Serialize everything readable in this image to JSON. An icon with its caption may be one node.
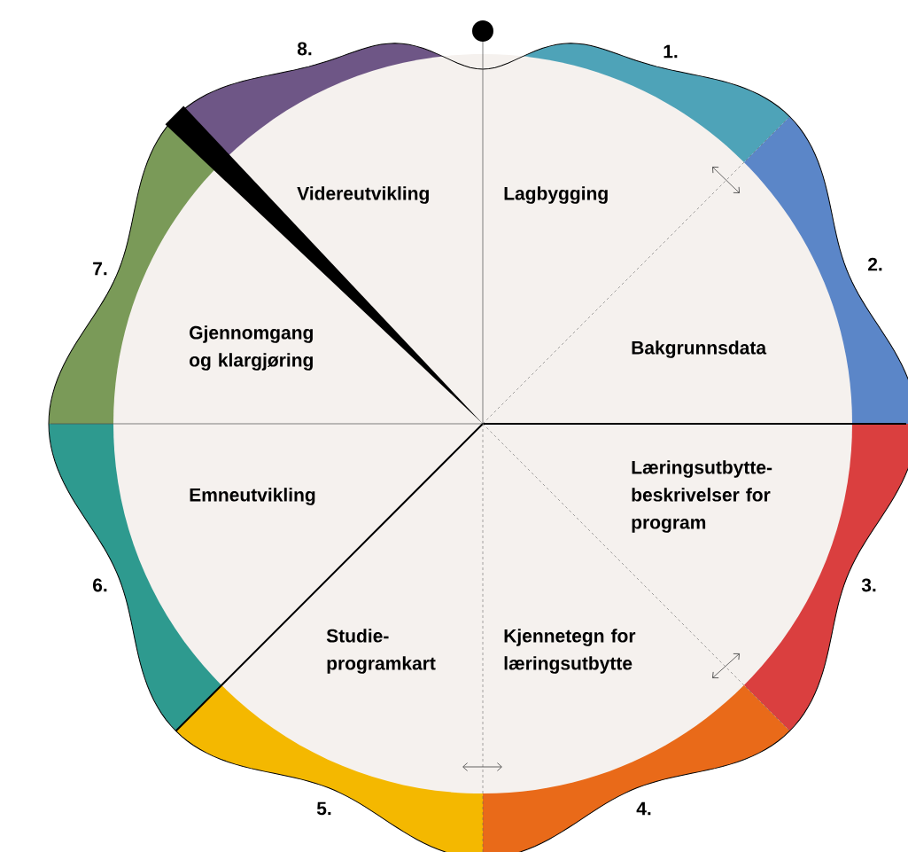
{
  "diagram": {
    "nodes": [
      {
        "text": [
          "Lagbygging"
        ],
        "beside": [
          "1."
        ]
      },
      {
        "text": [
          "Bakgrunnsdata"
        ],
        "beside": [
          "2."
        ]
      },
      {
        "text": [
          "Læringsutbytte-beskrivelser for program"
        ],
        "beside": [
          "3."
        ]
      },
      {
        "text": [
          "Kjennetegn for læringsutbytte"
        ],
        "beside": [
          "4."
        ]
      },
      {
        "text": [
          "Studie-programkart"
        ],
        "beside": [
          "5."
        ]
      },
      {
        "text": [
          "Emneutvikling"
        ],
        "beside": [
          "6."
        ]
      },
      {
        "text": [
          "Gjennomgang og klargjøring"
        ],
        "beside": [
          "7."
        ]
      },
      {
        "text": [
          "Videreutvikling"
        ],
        "beside": [
          "8."
        ]
      }
    ]
  }
}
